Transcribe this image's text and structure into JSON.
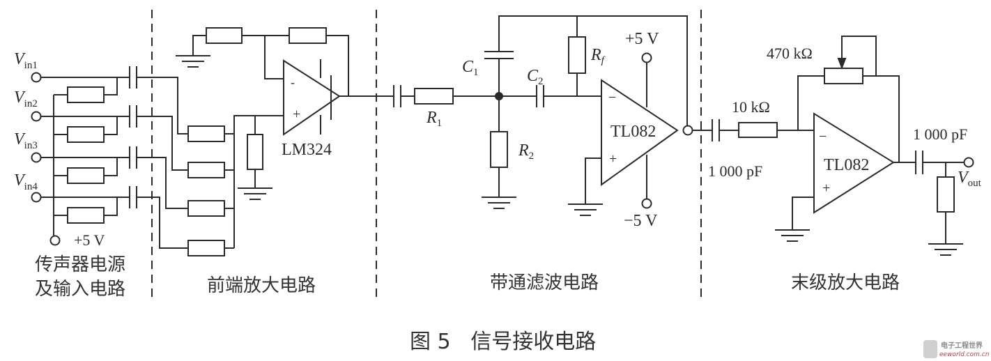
{
  "sections": {
    "input": {
      "label_line1": "传声器电源",
      "label_line2": "及输入电路",
      "supply": "+5 V",
      "inputs": [
        {
          "main": "V",
          "sub": "in1"
        },
        {
          "main": "V",
          "sub": "in2"
        },
        {
          "main": "V",
          "sub": "in3"
        },
        {
          "main": "V",
          "sub": "in4"
        }
      ]
    },
    "preamp": {
      "label": "前端放大电路",
      "opamp": "LM324"
    },
    "bandpass": {
      "label": "带通滤波电路",
      "opamp": "TL082",
      "r1": {
        "main": "R",
        "sub": "1"
      },
      "r2": {
        "main": "R",
        "sub": "2"
      },
      "rf": {
        "main": "R",
        "sub": "f"
      },
      "c1": {
        "main": "C",
        "sub": "1"
      },
      "c2": {
        "main": "C",
        "sub": "2"
      },
      "vpos": "+5 V",
      "vneg": "−5 V",
      "minus": "−",
      "plus": "+"
    },
    "final": {
      "label": "末级放大电路",
      "opamp": "TL082",
      "r_in": "10 kΩ",
      "c_in": "1 000 pF",
      "pot": "470 kΩ",
      "c_out": "1 000 pF",
      "vout": {
        "main": "V",
        "sub": "out"
      },
      "minus": "−",
      "plus": "+"
    },
    "preamp_pins": {
      "minus": "-",
      "plus": "+"
    }
  },
  "caption": "图 5   信号接收电路",
  "watermark": {
    "line1": "电子工程世界",
    "line2": "eeworld.com.cn"
  },
  "colors": {
    "ink": "#2a2a2a",
    "background": "#ffffff"
  }
}
